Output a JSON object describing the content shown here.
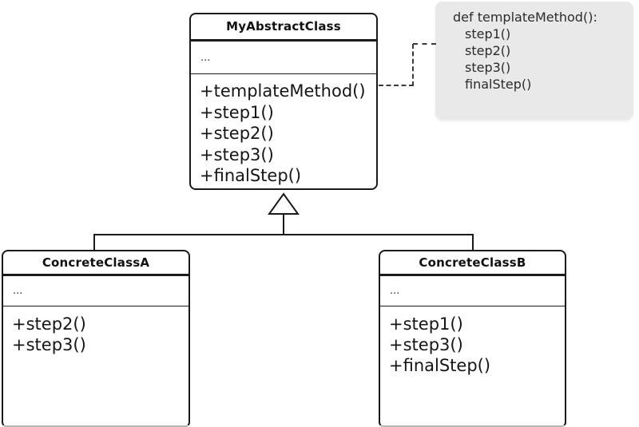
{
  "abstract_class": {
    "name": "MyAbstractClass",
    "attributes_placeholder": "...",
    "methods": [
      "+templateMethod()",
      "+step1()",
      "+step2()",
      "+step3()",
      "+finalStep()"
    ]
  },
  "code_note": {
    "header": "def templateMethod():",
    "body_lines": [
      "step1()",
      "step2()",
      "step3()",
      "finalStep()"
    ]
  },
  "concrete_class_a": {
    "name": "ConcreteClassA",
    "attributes_placeholder": "...",
    "methods": [
      "+step2()",
      "+step3()"
    ]
  },
  "concrete_class_b": {
    "name": "ConcreteClassB",
    "attributes_placeholder": "...",
    "methods": [
      "+step1()",
      "+step3()",
      "+finalStep()"
    ]
  },
  "colors": {
    "background": "#ffffff",
    "line": "#1a1a1a",
    "note_background": "#e9e9e9",
    "note_text": "#2b2b2b",
    "text": "#151515"
  }
}
